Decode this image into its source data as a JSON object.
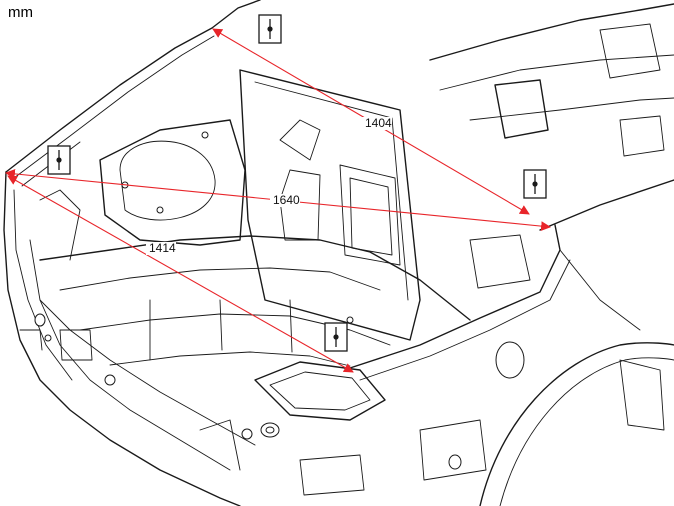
{
  "unit_label": "mm",
  "colors": {
    "dimension_line": "#e8252a",
    "outline": "#1a1a1a"
  },
  "dimensions": [
    {
      "id": "d1404",
      "label": "1404"
    },
    {
      "id": "d1640",
      "label": "1640"
    },
    {
      "id": "d1414",
      "label": "1414"
    }
  ],
  "reference_markers": [
    {
      "id": "m-top",
      "icon": "measurement-point-icon"
    },
    {
      "id": "m-left",
      "icon": "measurement-point-icon"
    },
    {
      "id": "m-right",
      "icon": "measurement-point-icon"
    },
    {
      "id": "m-bottom",
      "icon": "measurement-point-icon"
    }
  ]
}
